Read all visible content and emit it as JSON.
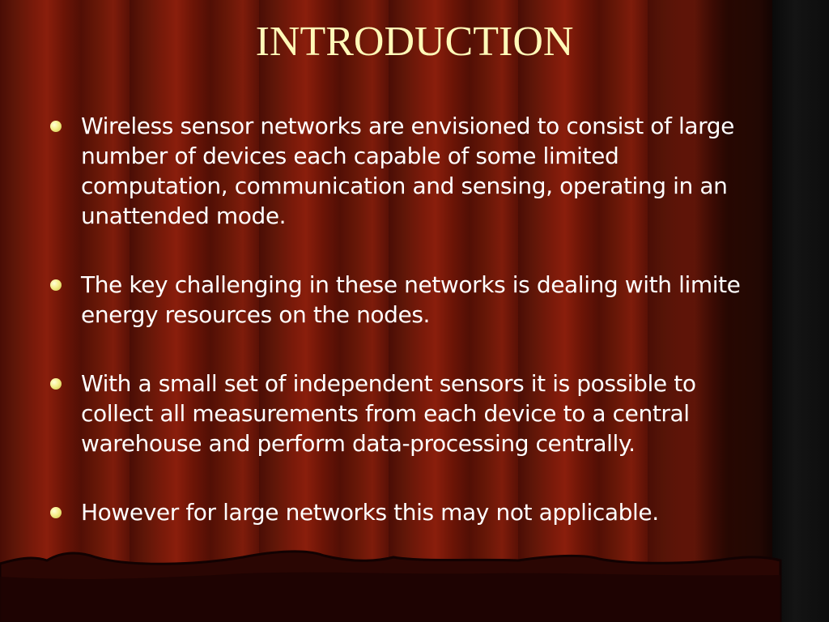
{
  "slide": {
    "title": "INTRODUCTION",
    "bullets": [
      {
        "text": "Wireless sensor networks are envisioned to consist of large number of devices each capable of some limited computation, communication and sensing, operating in an unattended mode."
      },
      {
        "text": "The key challenging in these networks is dealing with limite energy resources on the nodes."
      },
      {
        "text": "With a small set of independent sensors it is possible to collect all measurements from each device to a central warehouse and perform data-processing centrally."
      },
      {
        "text": "However for large networks this may not applicable."
      }
    ],
    "colors": {
      "title": "#fff9b8",
      "body_text": "#ffffff",
      "bullet": "#f5ef8a",
      "curtain_red": "#7a1a0a",
      "edge_black": "#0d0d0d"
    },
    "icons": {
      "bullet": "bullet-dot-icon"
    }
  }
}
